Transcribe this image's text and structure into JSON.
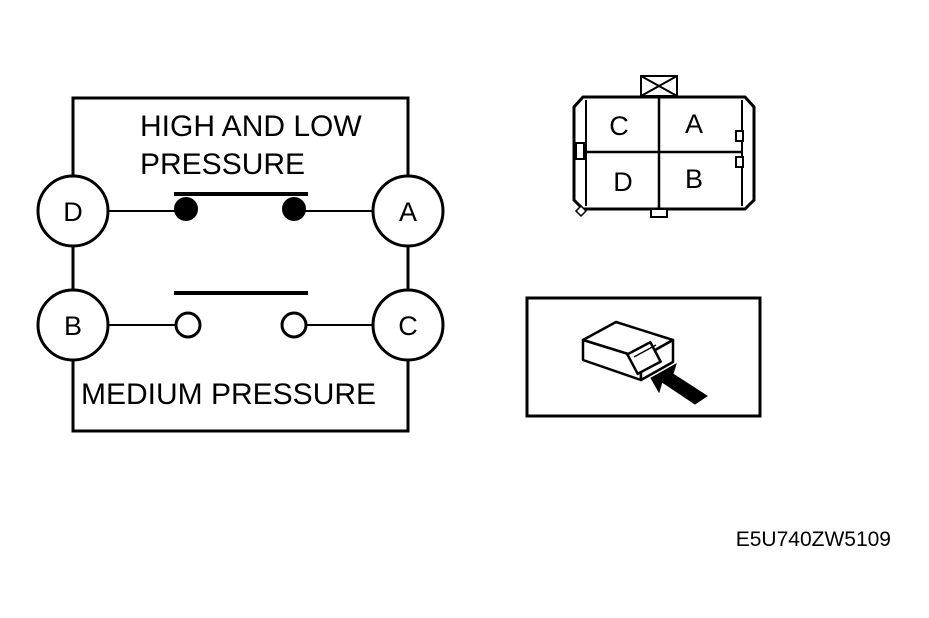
{
  "switch_schematic": {
    "high_low_label_line1": "HIGH AND LOW",
    "high_low_label_line2": "PRESSURE",
    "medium_label": "MEDIUM PRESSURE",
    "terminals": {
      "d": "D",
      "a": "A",
      "b": "B",
      "c": "C"
    }
  },
  "connector_face": {
    "cells": {
      "top_left": "C",
      "top_right": "A",
      "bottom_left": "D",
      "bottom_right": "B"
    }
  },
  "figure_code": "E5U740ZW5109"
}
